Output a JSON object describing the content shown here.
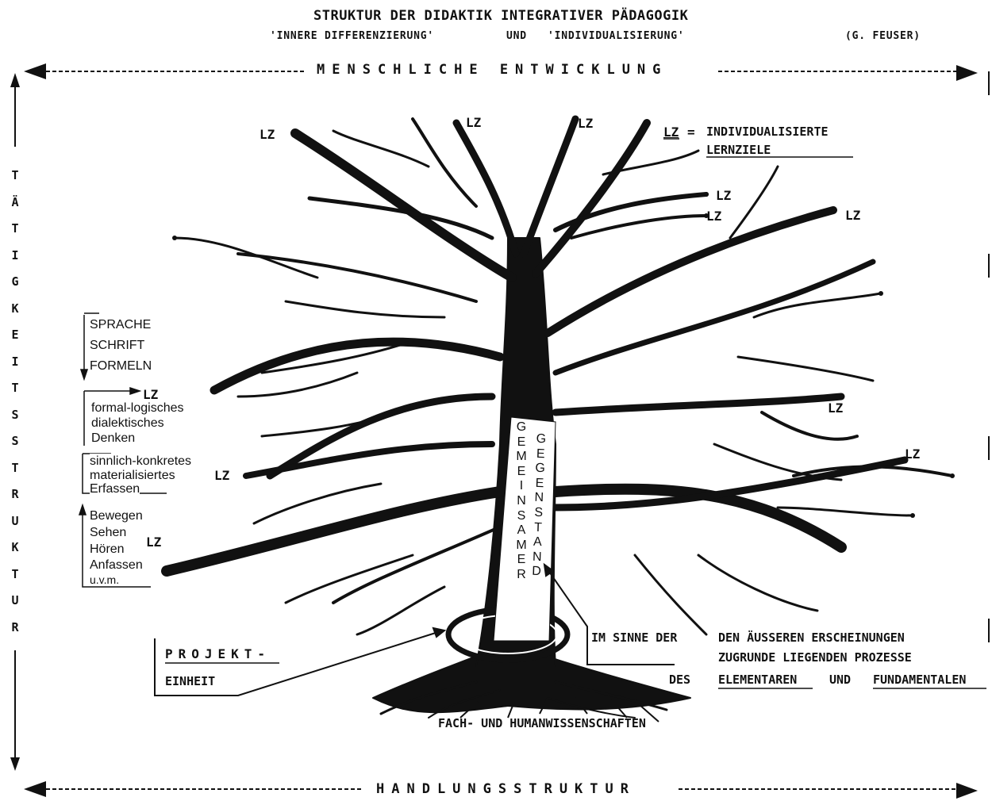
{
  "header": {
    "title": "STRUKTUR DER DIDAKTIK INTEGRATIVER PÄDAGOGIK",
    "subtitle_left": "'INNERE DIFFERENZIERUNG'",
    "subtitle_and": "UND",
    "subtitle_right": "'INDIVIDUALISIERUNG'",
    "author": "(G. FEUSER)"
  },
  "axes": {
    "top": "MENSCHLICHE ENTWICKLUNG",
    "bottom": "HANDLUNGSSTRUKTUR",
    "left": [
      "T",
      "Ä",
      "T",
      "I",
      "G",
      "K",
      "E",
      "I",
      "T",
      "S",
      "S",
      "T",
      "R",
      "U",
      "K",
      "T",
      "U",
      "R"
    ]
  },
  "legend": {
    "lz": "LZ",
    "equals": "=",
    "line1": "INDIVIDUALISIERTE",
    "line2": "LERNZIELE"
  },
  "lz_label": "LZ",
  "left_labels": {
    "group1": [
      "SPRACHE",
      "SCHRIFT",
      "FORMELN"
    ],
    "group2": [
      "formal-logisches",
      "dialektisches",
      "Denken"
    ],
    "group3": [
      "sinnlich-konkretes",
      "materialisiertes",
      "Erfassen"
    ],
    "group4": [
      "Bewegen",
      "Sehen",
      "Hören",
      "Anfassen",
      "u.v.m."
    ]
  },
  "trunk": {
    "word1": "GEMEINSAMER",
    "word2": "GEGENSTAND"
  },
  "project": {
    "line1": "PROJEKT-",
    "line2": "EINHEIT"
  },
  "bottom_right": {
    "im_sinne": "IM SINNE DER",
    "des": "DES",
    "line1": "DEN ÄUSSEREN ERSCHEINUNGEN",
    "line2": "ZUGRUNDE LIEGENDEN PROZESSE",
    "elementaren": "ELEMENTAREN",
    "und": "UND",
    "fundamentalen": "FUNDAMENTALEN"
  },
  "roots_label": "FACH- UND HUMANWISSENSCHAFTEN",
  "colors": {
    "ink": "#111111",
    "background": "#ffffff"
  }
}
